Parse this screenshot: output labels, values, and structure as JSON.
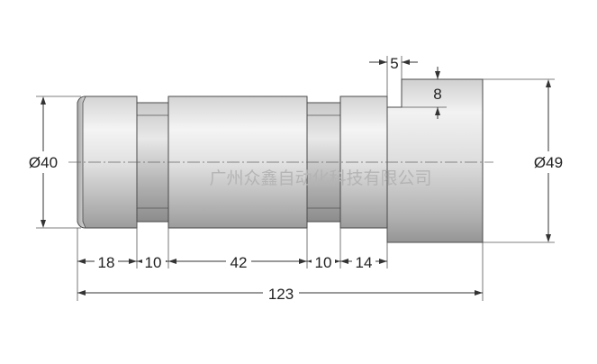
{
  "dimensions": {
    "left_diameter": "Ø40",
    "right_diameter": "Ø49",
    "step_width": "5",
    "step_depth": "8",
    "seg1": "18",
    "seg2": "10",
    "seg3": "42",
    "seg4": "10",
    "seg5": "14",
    "total_length": "123"
  },
  "watermark": "广州众鑫自动化科技有限公司",
  "colors": {
    "shaft_light": "#f2f2f2",
    "shaft_mid": "#cfcfcf",
    "shaft_dark": "#9a9a9a",
    "outline": "#4a4a4a",
    "dimension": "#333333",
    "watermark": "#b4b4b4"
  }
}
